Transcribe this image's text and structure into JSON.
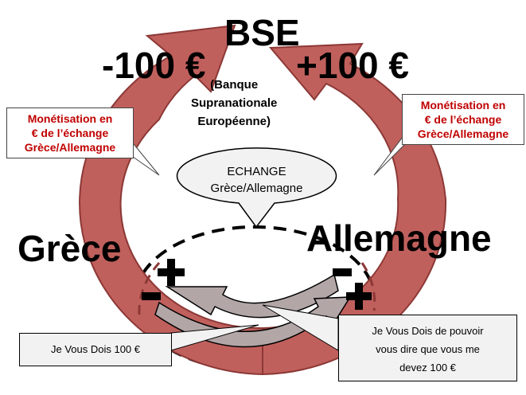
{
  "title": "BSE",
  "bse_full": [
    "(Banque",
    "Supranationale",
    "Européenne)"
  ],
  "left_amount": "-100 €",
  "right_amount": "+100 €",
  "left_callout": [
    "Monétisation en",
    "€ de l’échange",
    "Grèce/Allemagne"
  ],
  "right_callout": [
    "Monétisation en",
    "€ de l’échange",
    "Grèce/Allemagne"
  ],
  "exchange": [
    "ECHANGE",
    "Grèce/Allemagne"
  ],
  "left_country": "Grèce",
  "right_country": "Allemagne",
  "left_note": "Je Vous Dois 100 €",
  "right_note": [
    "Je Vous Dois de pouvoir",
    "vous dire que vous me",
    "devez 100 €"
  ],
  "colors": {
    "ring": "#c0605d",
    "ring_border": "#8c3836",
    "callout_text": "#c00000",
    "flow_arrow": "#b3a6a6"
  }
}
